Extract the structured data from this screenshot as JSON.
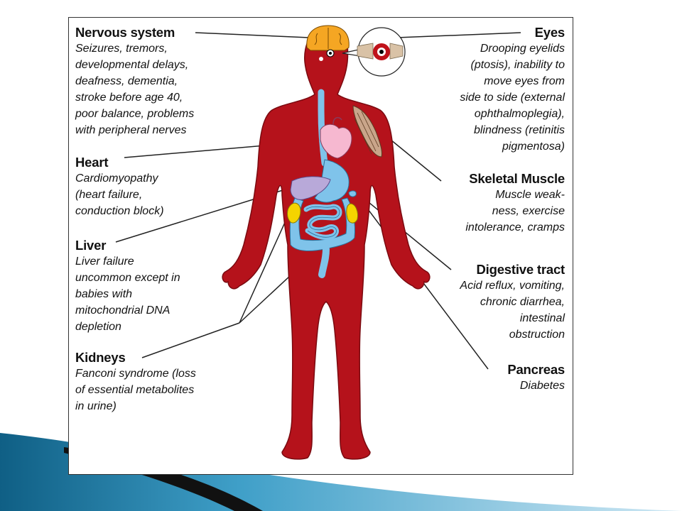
{
  "colors": {
    "body": "#b5121b",
    "body_outline": "#7a0a10",
    "brain": "#f5a623",
    "heart": "#f6b8d0",
    "liver": "#b8a9d9",
    "intestine": "#7fc3ea",
    "kidney": "#f5d400",
    "muscle": "#c9a58a",
    "accent_blue": "#1f7ea8",
    "accent_dark": "#222222"
  },
  "labels": {
    "nervous": {
      "title": "Nervous system",
      "desc": "Seizures, tremors,\ndevelopmental delays,\ndeafness, dementia,\nstroke before age 40,\npoor balance, problems\nwith peripheral nerves"
    },
    "heart": {
      "title": "Heart",
      "desc": "Cardiomyopathy\n(heart failure,\nconduction block)"
    },
    "liver": {
      "title": "Liver",
      "desc": "Liver failure\nuncommon except in\nbabies with\nmitochondrial DNA\ndepletion"
    },
    "kidneys": {
      "title": "Kidneys",
      "desc": "Fanconi syndrome (loss\nof essential metabolites\nin urine)"
    },
    "eyes": {
      "title": "Eyes",
      "desc": "Drooping eyelids\n(ptosis), inability to\nmove eyes from\nside to side (external\nophthalmoplegia),\nblindness (retinitis\npigmentosa)"
    },
    "muscle": {
      "title": "Skeletal Muscle",
      "desc": "Muscle weak-\nness, exercise\nintolerance, cramps"
    },
    "digestive": {
      "title": "Digestive tract",
      "desc": "Acid reflux, vomiting,\nchronic diarrhea,\nintestinal\nobstruction"
    },
    "pancreas": {
      "title": "Pancreas",
      "desc": "Diabetes"
    }
  }
}
